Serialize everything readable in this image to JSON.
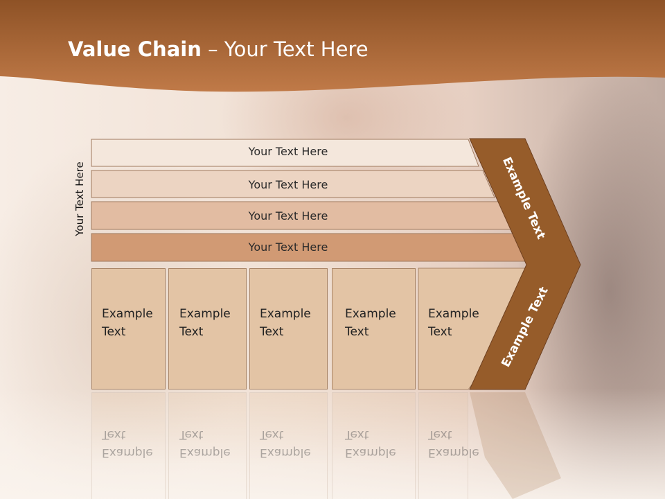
{
  "title": {
    "bold": "Value Chain",
    "rest": " – Your Text Here"
  },
  "side_label": "Your Text Here",
  "bars": [
    {
      "label": "Your Text Here",
      "color": "#f4e7dc"
    },
    {
      "label": "Your Text Here",
      "color": "#ecd4c2"
    },
    {
      "label": "Your Text Here",
      "color": "#e2bca2"
    },
    {
      "label": "Your Text Here",
      "color": "#d19a74"
    }
  ],
  "boxes": [
    {
      "line1": "Example",
      "line2": "Text"
    },
    {
      "line1": "Example",
      "line2": "Text"
    },
    {
      "line1": "Example",
      "line2": "Text"
    },
    {
      "line1": "Example",
      "line2": "Text"
    },
    {
      "line1": "Example",
      "line2": "Text"
    }
  ],
  "arrow": {
    "upper_text": "Example Text",
    "lower_text": "Example Text",
    "color": "#965c2a"
  },
  "colors": {
    "header": "#b8703e",
    "box_fill": "#e3c4a5"
  }
}
